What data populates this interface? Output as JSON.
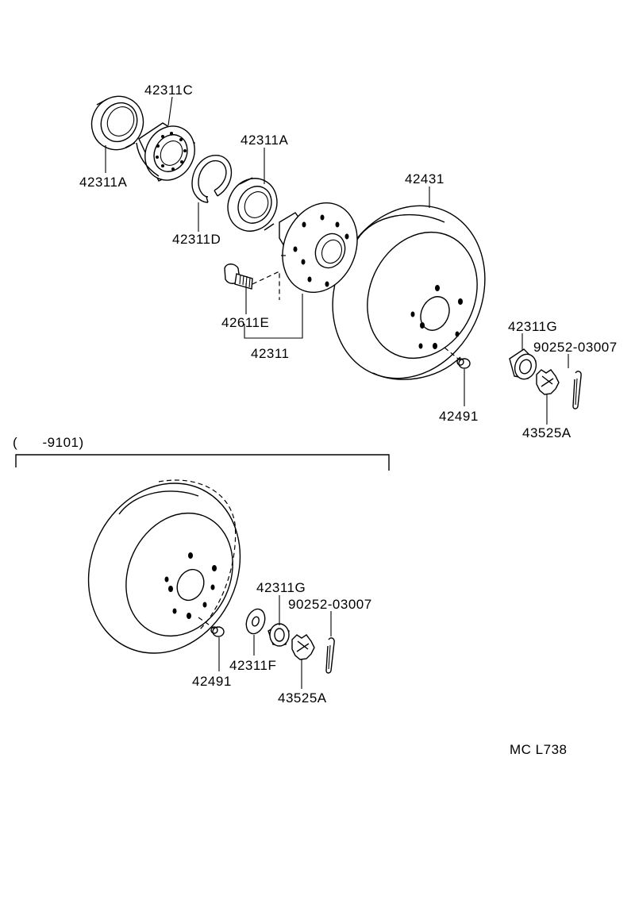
{
  "labels": {
    "p42311C": "42311C",
    "p42311A_left": "42311A",
    "p42311A_right": "42311A",
    "p42311D": "42311D",
    "p42431": "42431",
    "p42611E": "42611E",
    "p42311": "42311",
    "p42311G_top": "42311G",
    "p90252_top": "90252-03007",
    "p42491_top": "42491",
    "p43525A_top": "43525A",
    "variant_note": "(      -9101)",
    "p42311G_bottom": "42311G",
    "p90252_bottom": "90252-03007",
    "p42491_bottom": "42491",
    "p42311F": "42311F",
    "p43525A_bottom": "43525A",
    "figure_code": "MC L738"
  }
}
